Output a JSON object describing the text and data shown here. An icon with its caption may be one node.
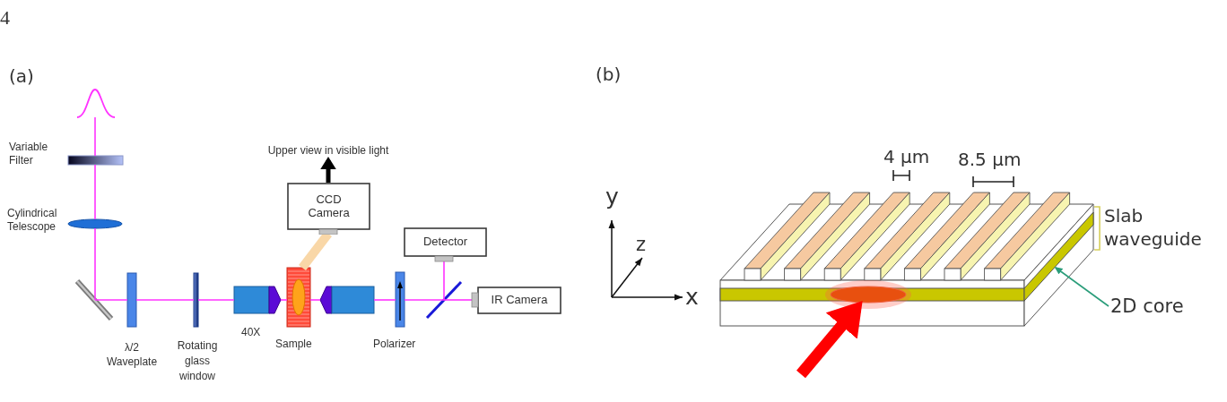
{
  "diagram": {
    "nodes": [
      {
        "text": [],
        "shape": "picture"
      },
      {
        "text": [],
        "shape": "bar",
        "beside": [
          "Variable Filter"
        ]
      },
      {
        "text": [],
        "shape": "ellipse",
        "beside": [
          "Cylindrical Telescope"
        ]
      },
      {
        "text": [],
        "shape": "bar"
      },
      {
        "text": [],
        "shape": "bar",
        "beside": [
          "λ/2 Waveplate"
        ]
      },
      {
        "text": [],
        "shape": "bar",
        "beside": [
          "Rotating glass window"
        ]
      },
      {
        "text": [],
        "shape": "box",
        "beside": [
          "40X"
        ]
      },
      {
        "text": [],
        "shape": "box",
        "beside": [
          "Sample"
        ]
      },
      {
        "text": [],
        "shape": "box"
      },
      {
        "text": [],
        "shape": "bar",
        "beside": [
          "Polarizer"
        ]
      },
      {
        "text": [],
        "shape": "bar"
      },
      {
        "text": [
          "Detector"
        ]
      },
      {
        "text": [
          "IR Camera"
        ]
      },
      {
        "text": [
          "CCD Camera"
        ]
      },
      {
        "text": [
          "Upper view in visible light"
        ]
      },
      {
        "text": [
          "2D core"
        ]
      },
      {
        "text": [],
        "shape": "bar"
      },
      {
        "text": [],
        "shape": "ellipse"
      }
    ],
    "edges": [
      {
        "from": 0,
        "to": 1,
        "arrow": "none"
      },
      {
        "from": 1,
        "to": 2,
        "arrow": "none"
      },
      {
        "from": 2,
        "to": 3,
        "arrow": "none"
      },
      {
        "from": 3,
        "to": 4,
        "arrow": "none"
      },
      {
        "from": 4,
        "to": 5,
        "arrow": "none"
      },
      {
        "from": 5,
        "to": 6,
        "arrow": "none"
      },
      {
        "from": 6,
        "to": 7,
        "arrow": "none"
      },
      {
        "from": 7,
        "to": 8,
        "arrow": "none"
      },
      {
        "from": 8,
        "to": 9,
        "arrow": "none"
      },
      {
        "from": 9,
        "to": 10,
        "arrow": "none"
      },
      {
        "from": 10,
        "to": 11,
        "arrow": "none"
      },
      {
        "from": 10,
        "to": 12,
        "arrow": "none"
      },
      {
        "from": 7,
        "to": 13,
        "arrow": "none",
        "style": "thick",
        "color": "#f9d7a7"
      },
      {
        "from": 13,
        "to": 14,
        "arrow": "to",
        "style": "thick",
        "color": "#000000"
      },
      {
        "from": 15,
        "to": 16,
        "arrow": "to",
        "color": "#2a9d7a"
      },
      {
        "from": null,
        "to": 17,
        "arrow": "to",
        "style": "thick",
        "color": "#ff0000"
      }
    ],
    "labels": [
      "4",
      "(a)",
      "(b)",
      "4 µm",
      "8.5 µm",
      "y",
      "Slab waveguide",
      "z",
      "x"
    ]
  }
}
